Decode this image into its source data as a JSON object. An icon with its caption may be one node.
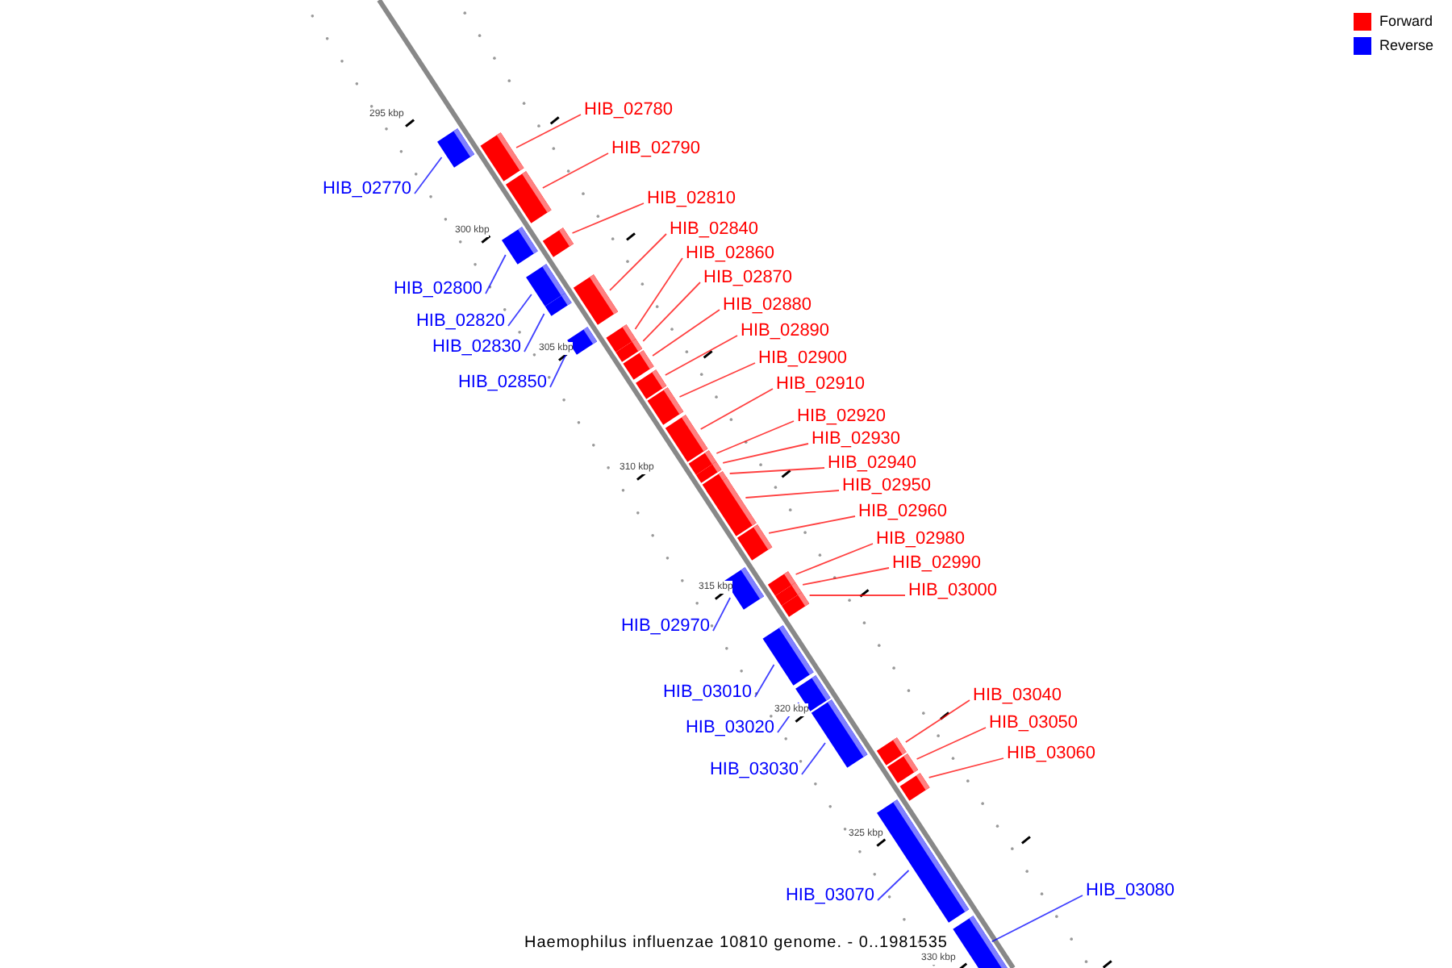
{
  "diagram": {
    "caption": "Haemophilus influenzae 10810 genome. - 0..1981535",
    "nodes": [
      {
        "text": [
          "HIB_02770"
        ]
      },
      {
        "text": [],
        "shape": "bar"
      },
      {
        "text": [
          "HIB_02780"
        ]
      },
      {
        "text": [],
        "shape": "bar"
      },
      {
        "text": [
          "HIB_02790"
        ]
      },
      {
        "text": [],
        "shape": "bar"
      },
      {
        "text": [
          "HIB_02810"
        ]
      },
      {
        "text": [],
        "shape": "bar"
      },
      {
        "text": [
          "HIB_02800"
        ]
      },
      {
        "text": [],
        "shape": "bar"
      },
      {
        "text": [
          "HIB_02820"
        ]
      },
      {
        "text": [],
        "shape": "bar"
      },
      {
        "text": [
          "HIB_02840"
        ]
      },
      {
        "text": [],
        "shape": "bar"
      },
      {
        "text": [
          "HIB_02830"
        ]
      },
      {
        "text": [],
        "shape": "bar"
      },
      {
        "text": [
          "HIB_02860"
        ]
      },
      {
        "text": [],
        "shape": "bar"
      },
      {
        "text": [
          "HIB_02870"
        ]
      },
      {
        "text": [],
        "shape": "bar"
      },
      {
        "text": [
          "HIB_02850"
        ]
      },
      {
        "text": [],
        "shape": "bar"
      },
      {
        "text": [
          "HIB_02880"
        ]
      },
      {
        "text": [],
        "shape": "bar"
      },
      {
        "text": [
          "HIB_02890"
        ]
      },
      {
        "text": [],
        "shape": "bar"
      },
      {
        "text": [
          "HIB_02900"
        ]
      },
      {
        "text": [],
        "shape": "bar"
      },
      {
        "text": [
          "HIB_02910"
        ]
      },
      {
        "text": [],
        "shape": "bar"
      },
      {
        "text": [
          "HIB_02920"
        ]
      },
      {
        "text": [],
        "shape": "bar"
      },
      {
        "text": [
          "HIB_02930"
        ]
      },
      {
        "text": [],
        "shape": "bar"
      },
      {
        "text": [
          "HIB_02940"
        ]
      },
      {
        "text": [],
        "shape": "bar"
      },
      {
        "text": [
          "HIB_02950"
        ]
      },
      {
        "text": [],
        "shape": "bar"
      },
      {
        "text": [
          "HIB_02960"
        ]
      },
      {
        "text": [],
        "shape": "bar"
      },
      {
        "text": [
          "HIB_02970"
        ]
      },
      {
        "text": [],
        "shape": "bar"
      },
      {
        "text": [
          "HIB_02980"
        ]
      },
      {
        "text": [],
        "shape": "bar"
      },
      {
        "text": [
          "HIB_02990"
        ]
      },
      {
        "text": [],
        "shape": "bar"
      },
      {
        "text": [
          "HIB_03000"
        ]
      },
      {
        "text": [],
        "shape": "bar"
      },
      {
        "text": [
          "HIB_03010"
        ]
      },
      {
        "text": [],
        "shape": "bar"
      },
      {
        "text": [
          "HIB_03020"
        ]
      },
      {
        "text": [],
        "shape": "bar"
      },
      {
        "text": [
          "HIB_03030"
        ]
      },
      {
        "text": [],
        "shape": "bar"
      },
      {
        "text": [
          "HIB_03040"
        ]
      },
      {
        "text": [],
        "shape": "bar"
      },
      {
        "text": [
          "HIB_03050"
        ]
      },
      {
        "text": [],
        "shape": "bar"
      },
      {
        "text": [
          "HIB_03060"
        ]
      },
      {
        "text": [],
        "shape": "bar"
      },
      {
        "text": [
          "HIB_03070"
        ]
      },
      {
        "text": [],
        "shape": "bar"
      },
      {
        "text": [
          "HIB_03080"
        ]
      },
      {
        "text": [],
        "shape": "bar"
      }
    ],
    "edges": [
      {
        "from": 0,
        "to": 1,
        "arrow": "none",
        "color": "#0000ff"
      },
      {
        "from": 2,
        "to": 3,
        "arrow": "none"
      },
      {
        "from": 4,
        "to": 5,
        "arrow": "none"
      },
      {
        "from": 6,
        "to": 7,
        "arrow": "none"
      },
      {
        "from": 8,
        "to": 9,
        "arrow": "none",
        "color": "#0000ff"
      },
      {
        "from": 10,
        "to": 11,
        "arrow": "none",
        "color": "#0000ff"
      },
      {
        "from": 12,
        "to": 13,
        "arrow": "none"
      },
      {
        "from": 14,
        "to": 15,
        "arrow": "none",
        "color": "#0000ff"
      },
      {
        "from": 16,
        "to": 17,
        "arrow": "none"
      },
      {
        "from": 18,
        "to": 19,
        "arrow": "none"
      },
      {
        "from": 20,
        "to": 21,
        "arrow": "none",
        "color": "#0000ff"
      },
      {
        "from": 22,
        "to": 23,
        "arrow": "none"
      },
      {
        "from": 24,
        "to": 25,
        "arrow": "none"
      },
      {
        "from": 26,
        "to": 27,
        "arrow": "none"
      },
      {
        "from": 28,
        "to": 29,
        "arrow": "none"
      },
      {
        "from": 30,
        "to": 31,
        "arrow": "none"
      },
      {
        "from": 32,
        "to": 33,
        "arrow": "none"
      },
      {
        "from": 34,
        "to": 35,
        "arrow": "none"
      },
      {
        "from": 36,
        "to": 37,
        "arrow": "none"
      },
      {
        "from": 38,
        "to": 39,
        "arrow": "none"
      },
      {
        "from": 40,
        "to": 41,
        "arrow": "none",
        "color": "#0000ff"
      },
      {
        "from": 42,
        "to": 43,
        "arrow": "none"
      },
      {
        "from": 44,
        "to": 45,
        "arrow": "none"
      },
      {
        "from": 46,
        "to": 47,
        "arrow": "none"
      },
      {
        "from": 48,
        "to": 49,
        "arrow": "none",
        "color": "#0000ff"
      },
      {
        "from": 50,
        "to": 51,
        "arrow": "none",
        "color": "#0000ff"
      },
      {
        "from": 52,
        "to": 53,
        "arrow": "none",
        "color": "#0000ff"
      },
      {
        "from": 54,
        "to": 55,
        "arrow": "none"
      },
      {
        "from": 56,
        "to": 57,
        "arrow": "none"
      },
      {
        "from": 58,
        "to": 59,
        "arrow": "none"
      },
      {
        "from": 60,
        "to": 61,
        "arrow": "none",
        "color": "#0000ff"
      },
      {
        "from": 62,
        "to": 63,
        "arrow": "none",
        "color": "#0000ff"
      }
    ],
    "labels": [
      "295 kbp",
      "300 kbp",
      "305 kbp",
      "310 kbp",
      "315 kbp",
      "320 kbp",
      "325 kbp",
      "330 kbp"
    ],
    "legend": [
      {
        "text": "Forward",
        "color": "#ff0000"
      },
      {
        "text": "Reverse",
        "color": "#0000ff"
      }
    ]
  }
}
